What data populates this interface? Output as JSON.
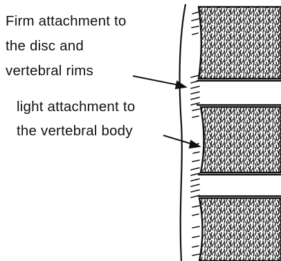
{
  "labels": {
    "firm_line1": "Firm attachment to",
    "firm_line2": "the disc and",
    "firm_line3": "vertebral rims",
    "light_line1": "light attachment to",
    "light_line2": "the vertebral body"
  },
  "colors": {
    "ink": "#111111",
    "paper": "#ffffff"
  }
}
